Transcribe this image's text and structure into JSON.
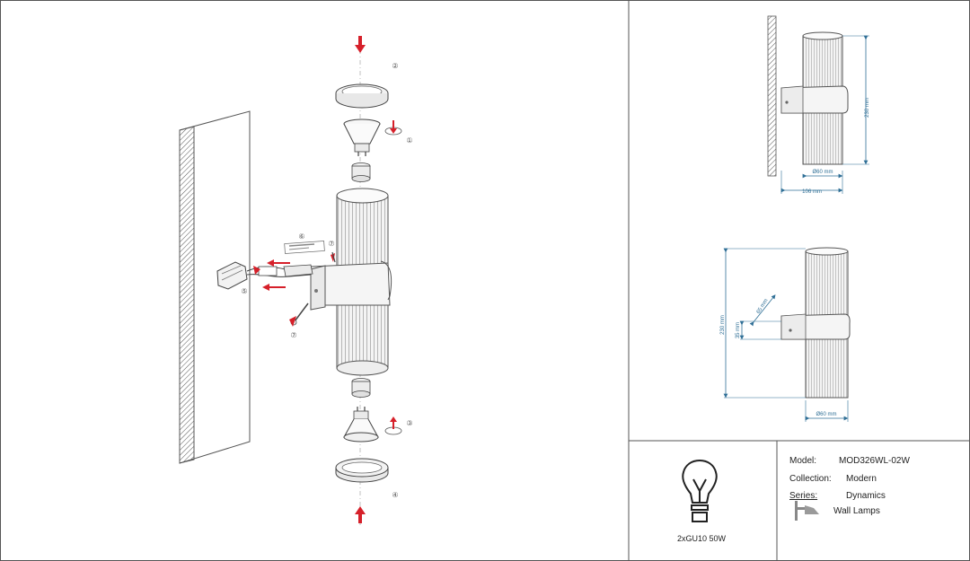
{
  "callouts": [
    "①",
    "②",
    "③",
    "④",
    "⑤",
    "⑥",
    "⑦",
    "⑦"
  ],
  "dimensions": {
    "side_height": "230 mm",
    "side_diameter": "Ø60 mm",
    "side_depth": "106 mm",
    "front_height": "230 mm",
    "front_diameter": "Ø60 mm",
    "front_bracket_height": "35 mm",
    "front_bracket_offset": "65 mm"
  },
  "bulb": {
    "icon": "lightbulb-icon",
    "spec": "2xGU10 50W"
  },
  "specs": {
    "model_label": "Model:",
    "model_value": "MOD326WL-02W",
    "collection_label": "Collection:",
    "collection_value": "Modern",
    "series_label": "Series:",
    "series_value": "Dynamics",
    "category_icon": "wall-lamp-icon",
    "category_value": "Wall Lamps"
  },
  "colors": {
    "arrow": "#d6202a",
    "dimension": "#2f6f96",
    "border": "#555555"
  }
}
